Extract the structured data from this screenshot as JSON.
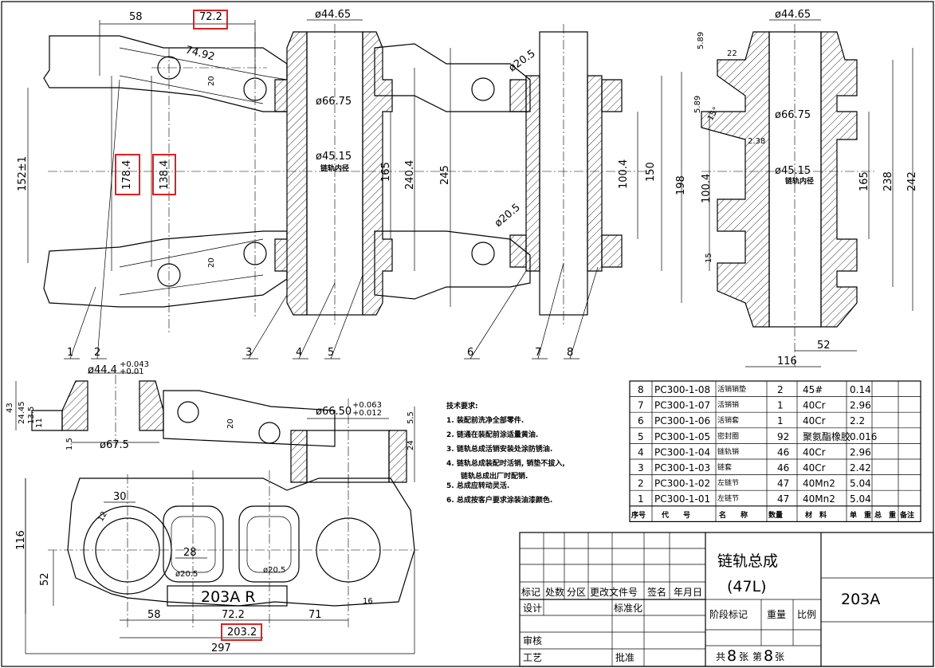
{
  "drawing_number": "203A",
  "title": "链轨总成",
  "subtitle": "(47L)",
  "stamp_text": "203A R",
  "sheets": {
    "total_label": "共",
    "total": "8",
    "total_unit": "张",
    "current_label": "第",
    "current": "8",
    "current_unit": "张"
  },
  "dims_top_view": {
    "d58": "58",
    "d722": "72.2",
    "d7492": "74.92",
    "d20a": "20",
    "d20b": "20",
    "d1524": "152±1",
    "d1784": "178.4",
    "d1384": "138.4",
    "d4465": "ø44.65",
    "d6675": "ø66.75",
    "d4515": "ø45.15",
    "d4515_note": "链轨内径",
    "d165": "165",
    "d2404": "240.4",
    "d245": "245",
    "d205a": "ø20.5",
    "d205b": "ø20.5",
    "d1004": "100.4",
    "d150": "150"
  },
  "dims_side_view": {
    "d4465": "ø44.65",
    "d589a": "5.89",
    "d22": "22",
    "d589b": "5.89",
    "d15deg": "15°",
    "d6675": "ø66.75",
    "d238a": "2.38",
    "d4515": "ø45.15",
    "d4515_note": "链轨内径",
    "d198": "198",
    "d1004": "100.4",
    "d15": "15",
    "d165": "165",
    "d238": "238",
    "d242": "242",
    "d52": "52",
    "d116": "116"
  },
  "dims_section": {
    "d444": "ø44.4",
    "d444_tol_up": "+0.043",
    "d444_tol_dn": "+0.01",
    "d43": "43",
    "d2445": "24.45",
    "d135": "13.5",
    "d11": "11",
    "d15": "1.5",
    "d675": "ø67.5",
    "d20": "20",
    "d665": "ø66.50",
    "d665_tol_up": "+0.063",
    "d665_tol_dn": "+0.012",
    "d55": "5.5",
    "d24": "24"
  },
  "dims_bottom_view": {
    "d30": "30",
    "d12": "12",
    "d116": "116",
    "d52": "52",
    "d28": "28",
    "d205a": "ø20.5",
    "d205b": "ø20.5",
    "d58": "58",
    "d722": "72.2",
    "d71": "71",
    "d16": "16",
    "d2032": "203.2",
    "d297": "297"
  },
  "balloons": [
    "1",
    "2",
    "3",
    "4",
    "5",
    "6",
    "7",
    "8"
  ],
  "tech_requirements": {
    "heading": "技术要求:",
    "items": [
      "1. 装配前洗净全部零件.",
      "2. 链通在装配前涂适量黄油.",
      "3. 链轨总成活销安装处涂防锈油.",
      "4. 链轨总成装配时活销, 销垫不拔入,",
      "链轨总成出厂时配销.",
      "5. 总成应转动灵活.",
      "6. 总成按客户要求涂装油漆颜色."
    ]
  },
  "parts_list": [
    {
      "no": "8",
      "code": "PC300-1-08",
      "name": "活销销垫",
      "qty": "2",
      "material": "45#",
      "weight": "0.14"
    },
    {
      "no": "7",
      "code": "PC300-1-07",
      "name": "活销销",
      "qty": "1",
      "material": "40Cr",
      "weight": "2.96"
    },
    {
      "no": "6",
      "code": "PC300-1-06",
      "name": "活销套",
      "qty": "1",
      "material": "40Cr",
      "weight": "2.2"
    },
    {
      "no": "5",
      "code": "PC300-1-05",
      "name": "密封圈",
      "qty": "92",
      "material": "聚氨酯橡胶",
      "weight": "0.016"
    },
    {
      "no": "4",
      "code": "PC300-1-04",
      "name": "链轨销",
      "qty": "46",
      "material": "40Cr",
      "weight": "2.96"
    },
    {
      "no": "3",
      "code": "PC300-1-03",
      "name": "链套",
      "qty": "46",
      "material": "40Cr",
      "weight": "2.42"
    },
    {
      "no": "2",
      "code": "PC300-1-02",
      "name": "左链节",
      "qty": "47",
      "material": "40Mn2",
      "weight": "5.04"
    },
    {
      "no": "1",
      "code": "PC300-1-01",
      "name": "左链节",
      "qty": "47",
      "material": "40Mn2",
      "weight": "5.04"
    }
  ],
  "parts_header": {
    "no": "序号",
    "code": "代　　号",
    "name": "名　　称",
    "qty": "数量",
    "material": "材　料",
    "weight_single": "单　重",
    "weight_total": "总　重",
    "remark": "备注"
  },
  "title_block": {
    "mark": "标记",
    "count": "处数",
    "zone": "分区",
    "change_doc": "更改文件号",
    "sign": "签名",
    "date": "年月日",
    "design": "设计",
    "standard": "标准化",
    "stage": "阶段标记",
    "weight": "重量",
    "scale": "比例",
    "check": "审核",
    "process": "工艺",
    "approve": "批准"
  },
  "highlight_color": "#e02020"
}
